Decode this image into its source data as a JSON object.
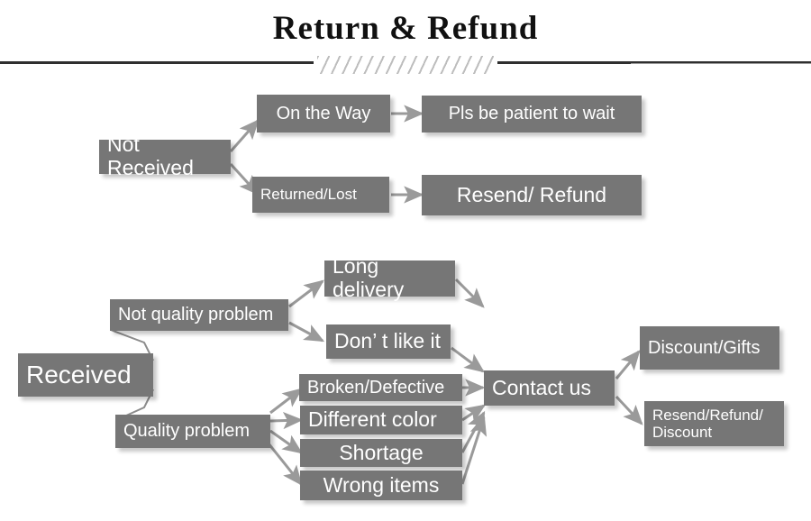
{
  "header": {
    "title": "Return & Refund"
  },
  "diagram": {
    "type": "flowchart",
    "theme": {
      "box_fill": "#767676",
      "box_text": "#ffffff",
      "arrow": "#9a9a9a",
      "connector_line": "#8c8c8c",
      "rule": "#2f2f2f",
      "hatch": "#bdbdbd",
      "background": "#ffffff"
    },
    "branches": [
      {
        "name": "not-received",
        "root": "Not Received",
        "steps": [
          "On the Way",
          "Returned/Lost"
        ],
        "outcomes": [
          "Pls be patient to wait",
          "Resend/ Refund"
        ]
      },
      {
        "name": "received",
        "root": "Received",
        "categories": [
          "Not quality problem",
          "Quality problem"
        ],
        "not_quality_reasons": [
          "Long delivery",
          "Don’  t like it"
        ],
        "quality_reasons": [
          "Broken/Defective",
          "Different color",
          "Shortage",
          "Wrong items"
        ],
        "action": "Contact us",
        "resolutions": [
          "Discount/Gifts",
          "Resend/Refund/\nDiscount"
        ]
      }
    ],
    "nodes": {
      "not_received": "Not Received",
      "on_the_way": "On the Way",
      "returned_lost": "Returned/Lost",
      "pls_be_patient": "Pls be patient to wait",
      "resend_refund": "Resend/ Refund",
      "received": "Received",
      "not_quality_problem": "Not quality problem",
      "quality_problem": "Quality problem",
      "long_delivery": "Long delivery",
      "dont_like_it": "Don’  t like it",
      "broken_defective": "Broken/Defective",
      "different_color": "Different color",
      "shortage": "Shortage",
      "wrong_items": "Wrong items",
      "contact_us": "Contact us",
      "discount_gifts": "Discount/Gifts",
      "resend_refund_discount": "Resend/Refund/\nDiscount"
    }
  }
}
